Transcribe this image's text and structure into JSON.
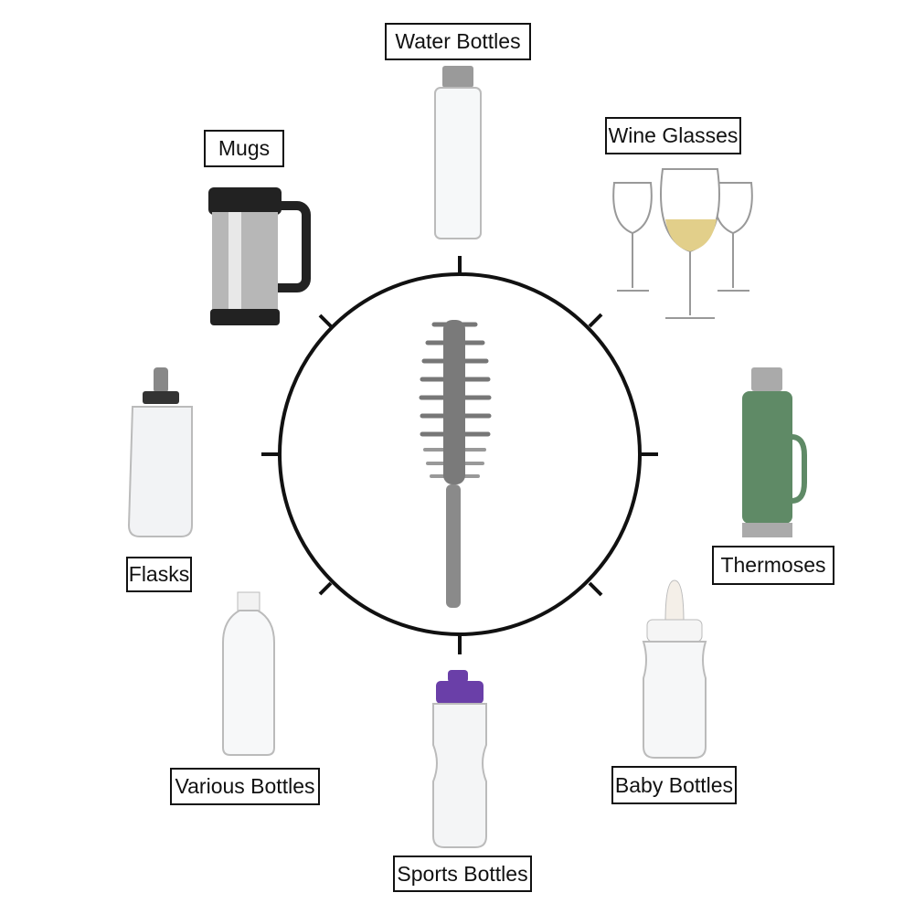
{
  "labels": {
    "water_bottles": "Water Bottles",
    "mugs": "Mugs",
    "wine_glasses": "Wine Glasses",
    "flasks": "Flasks",
    "thermoses": "Thermoses",
    "various_bottles": "Various Bottles",
    "baby_bottles": "Baby Bottles",
    "sports_bottles": "Sports Bottles"
  },
  "colors": {
    "thermos_green": "#5f8a66",
    "sports_cap_purple": "#6a3fa8",
    "brush_gray": "#8a8a8a",
    "wine": "#e2cf8a"
  }
}
